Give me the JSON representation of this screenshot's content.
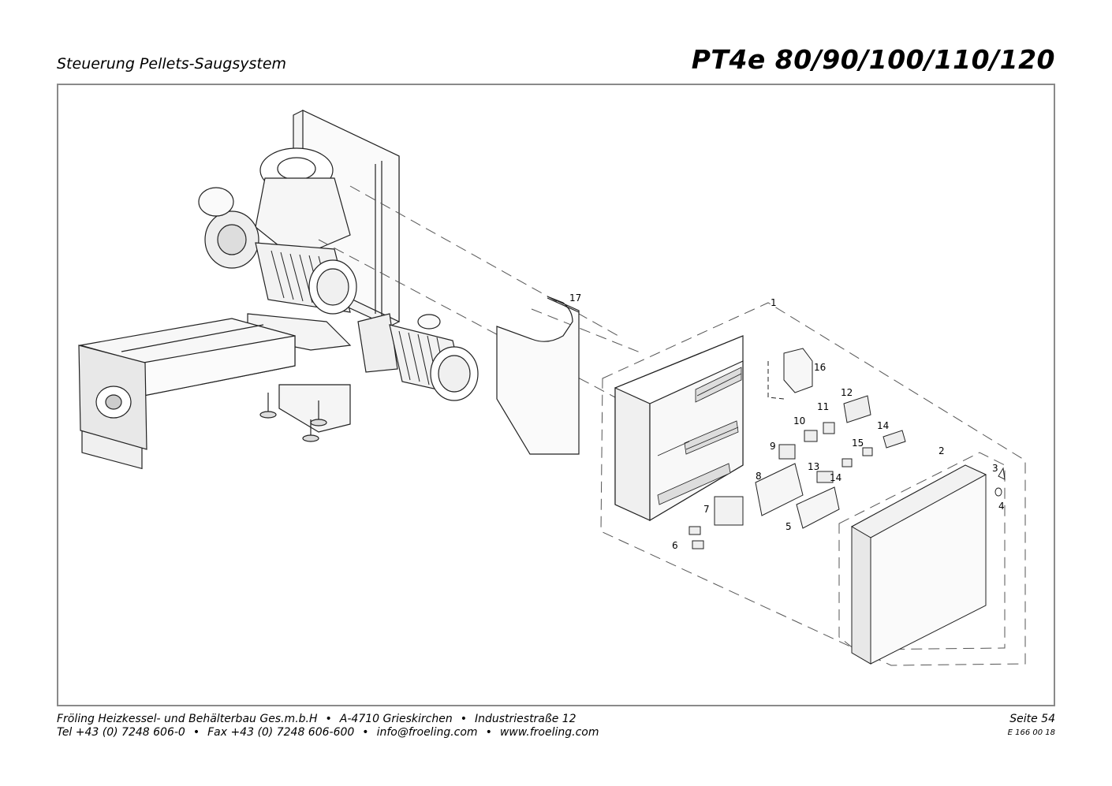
{
  "header": {
    "subtitle": "Steuerung Pellets-Saugsystem",
    "model": "PT4e 80/90/100/110/120"
  },
  "drawing": {
    "part_numbers": [
      "1",
      "2",
      "3",
      "4",
      "5",
      "6",
      "7",
      "8",
      "9",
      "10",
      "11",
      "12",
      "13",
      "14",
      "14",
      "15",
      "16",
      "17"
    ]
  },
  "footer": {
    "company": "Fröling Heizkessel- und Behälterbau Ges.m.b.H",
    "address": "A-4710 Grieskirchen",
    "street": "Industriestraße 12",
    "tel": "Tel +43 (0) 7248 606-0",
    "fax": "Fax +43 (0) 7248 606-600",
    "email": "info@froeling.com",
    "web": "www.froeling.com",
    "bullet": "•",
    "page": "Seite 54",
    "doc_code": "E 166 00 18"
  }
}
